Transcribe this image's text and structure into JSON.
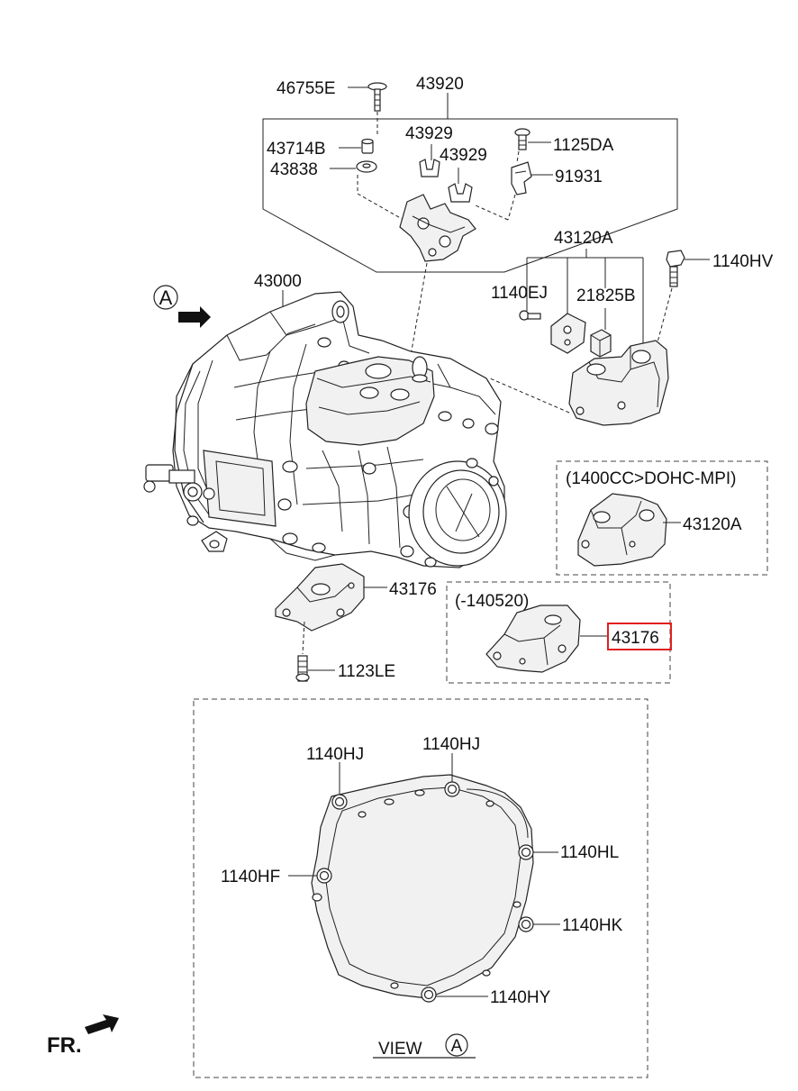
{
  "parts": {
    "p46755E": "46755E",
    "p43920": "43920",
    "p43714B": "43714B",
    "p43838": "43838",
    "p43929a": "43929",
    "p43929b": "43929",
    "p1125DA": "1125DA",
    "p91931": "91931",
    "p43120A_top": "43120A",
    "p1140HV": "1140HV",
    "p1140EJ": "1140EJ",
    "p21825B": "21825B",
    "p43000": "43000",
    "p43120A_alt": "43120A",
    "p43176_main": "43176",
    "p43176_alt": "43176",
    "p1123LE": "1123LE",
    "p1140HJ_left": "1140HJ",
    "p1140HJ_right": "1140HJ",
    "p1140HL": "1140HL",
    "p1140HF": "1140HF",
    "p1140HK": "1140HK",
    "p1140HY": "1140HY"
  },
  "notes": {
    "engine_variant": "(1400CC>DOHC-MPI)",
    "date_range": "(-140520)"
  },
  "view": {
    "marker": "A",
    "view_word": "VIEW",
    "view_marker": "A"
  },
  "direction": {
    "front_label": "FR."
  },
  "highlight": {
    "part": "43176",
    "color": "#e02020"
  }
}
